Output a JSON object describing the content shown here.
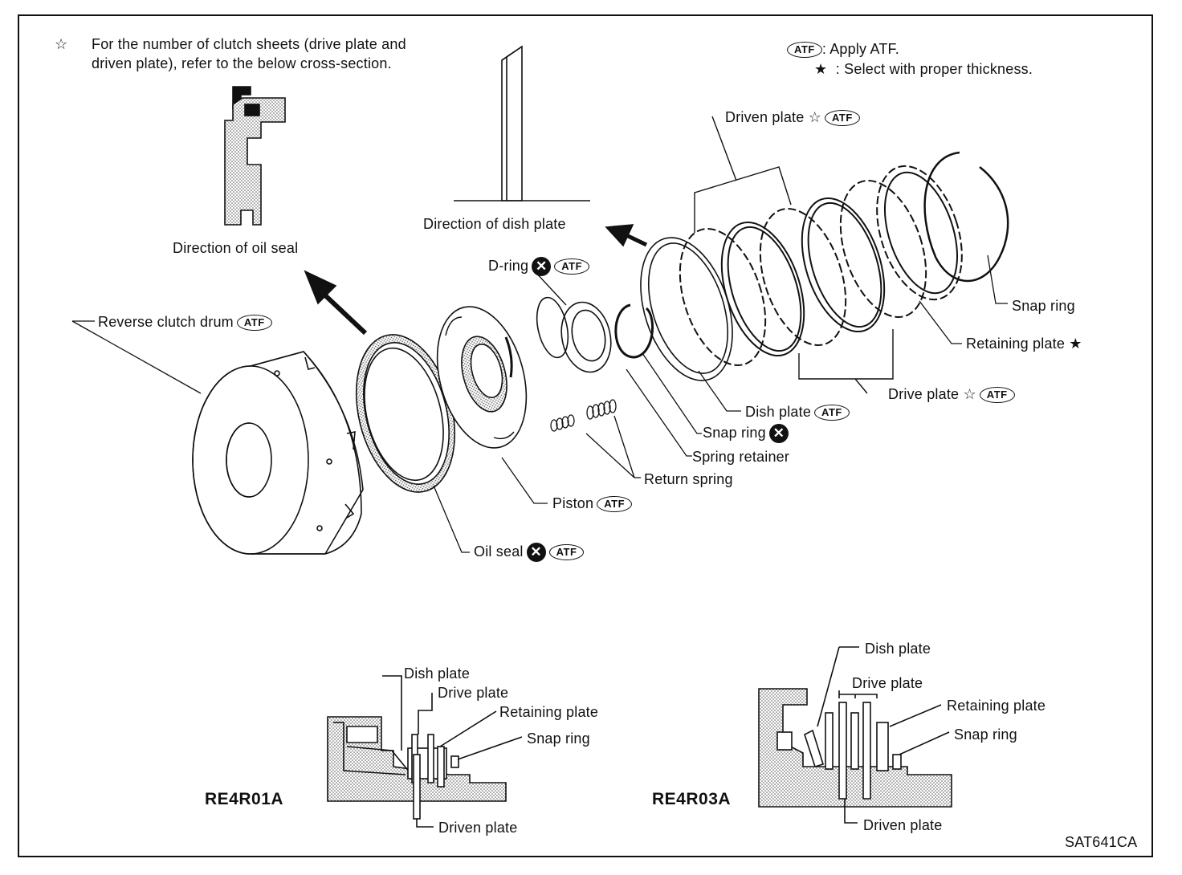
{
  "notes": {
    "star_symbol": "☆",
    "line1": "For the number of clutch sheets (drive plate and",
    "line2": "driven plate), refer to the below cross-section."
  },
  "legend": {
    "atf_badge": "ATF",
    "atf_text": ": Apply ATF.",
    "star_symbol": "★",
    "star_text": ": Select with proper thickness."
  },
  "labels": {
    "direction_oil_seal": "Direction of oil seal",
    "direction_dish_plate": "Direction of dish plate",
    "reverse_clutch_drum": "Reverse clutch drum",
    "d_ring": "D-ring",
    "driven_plate": "Driven plate",
    "snap_ring_outer": "Snap ring",
    "retaining_plate": "Retaining plate",
    "drive_plate": "Drive plate",
    "dish_plate": "Dish plate",
    "snap_ring_inner": "Snap ring",
    "spring_retainer": "Spring retainer",
    "return_spring": "Return spring",
    "piston": "Piston",
    "oil_seal": "Oil seal",
    "hollow_star": "☆",
    "solid_star": "★",
    "atf": "ATF",
    "x_mark": "✕"
  },
  "cross_sections": {
    "left": {
      "model": "RE4R01A",
      "dish_plate": "Dish plate",
      "drive_plate": "Drive plate",
      "retaining_plate": "Retaining plate",
      "snap_ring": "Snap ring",
      "driven_plate": "Driven plate"
    },
    "right": {
      "model": "RE4R03A",
      "dish_plate": "Dish plate",
      "drive_plate": "Drive plate",
      "retaining_plate": "Retaining plate",
      "snap_ring": "Snap ring",
      "driven_plate": "Driven plate"
    }
  },
  "figure_code": "SAT641CA"
}
